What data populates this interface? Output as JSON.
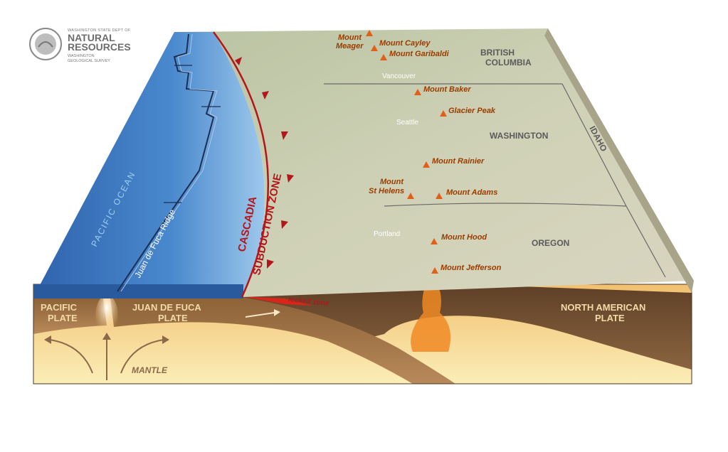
{
  "logo": {
    "top_line": "WASHINGTON STATE DEPT OF",
    "main_line_1": "NATURAL",
    "main_line_2": "RESOURCES",
    "sub_line_1": "WASHINGTON",
    "sub_line_2": "GEOLOGICAL SURVEY"
  },
  "labels": {
    "ocean": "PACIFIC OCEAN",
    "ridge": "Juan de Fuca Ridge",
    "subduction_line_1": "CASCADIA",
    "subduction_line_2": "SUBDUCTION ZONE",
    "locked_zone": "locked zone",
    "pacific_plate_1": "PACIFIC",
    "pacific_plate_2": "PLATE",
    "jdf_plate_1": "JUAN DE FUCA",
    "jdf_plate_2": "PLATE",
    "na_plate_1": "NORTH AMERICAN",
    "na_plate_2": "PLATE",
    "mantle": "MANTLE"
  },
  "regions": {
    "bc_1": "BRITISH",
    "bc_2": "COLUMBIA",
    "washington": "WASHINGTON",
    "idaho": "IDAHO",
    "oregon": "OREGON"
  },
  "cities": {
    "vancouver": "Vancouver",
    "seattle": "Seattle",
    "portland": "Portland"
  },
  "volcanoes": {
    "meager_1": "Mount",
    "meager_2": "Meager",
    "cayley": "Mount Cayley",
    "garibaldi": "Mount Garibaldi",
    "baker": "Mount Baker",
    "glacier": "Glacier Peak",
    "rainier": "Mount Rainier",
    "sthelens_1": "Mount",
    "sthelens_2": "St Helens",
    "adams": "Mount Adams",
    "hood": "Mount Hood",
    "jefferson": "Mount Jefferson"
  },
  "colors": {
    "ocean": "#3f7fc4",
    "land": "#c9cdb0",
    "trench": "#b3161b",
    "volcano": "#e0601a",
    "crust": "#6b4a2e",
    "mantle": "#f6d78a"
  }
}
